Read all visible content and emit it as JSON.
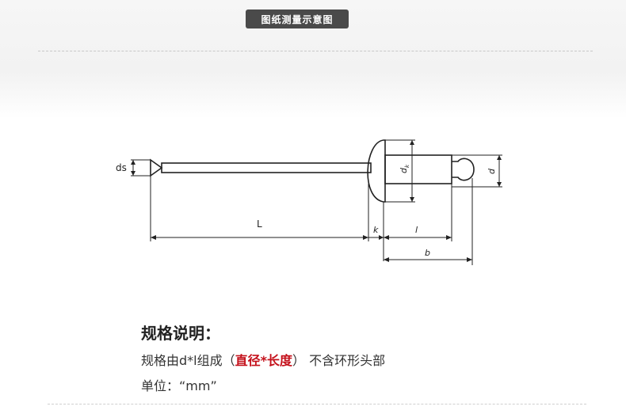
{
  "header": {
    "tag_label": "图纸测量示意图"
  },
  "diagram": {
    "labels": {
      "ds": "ds",
      "L": "L",
      "k": "k",
      "l": "l",
      "b": "b",
      "d": "d",
      "dk_main": "d",
      "dk_sub": "k"
    }
  },
  "spec": {
    "title": "规格说明：",
    "line1_prefix": "规格由d*l组成（",
    "line1_highlight": "直径*长度",
    "line1_suffix": "） 不含环形头部",
    "line2": "单位：“mm”"
  },
  "colors": {
    "tag_bg": "#4a4a4a",
    "highlight": "#c4101a",
    "text": "#333333"
  }
}
